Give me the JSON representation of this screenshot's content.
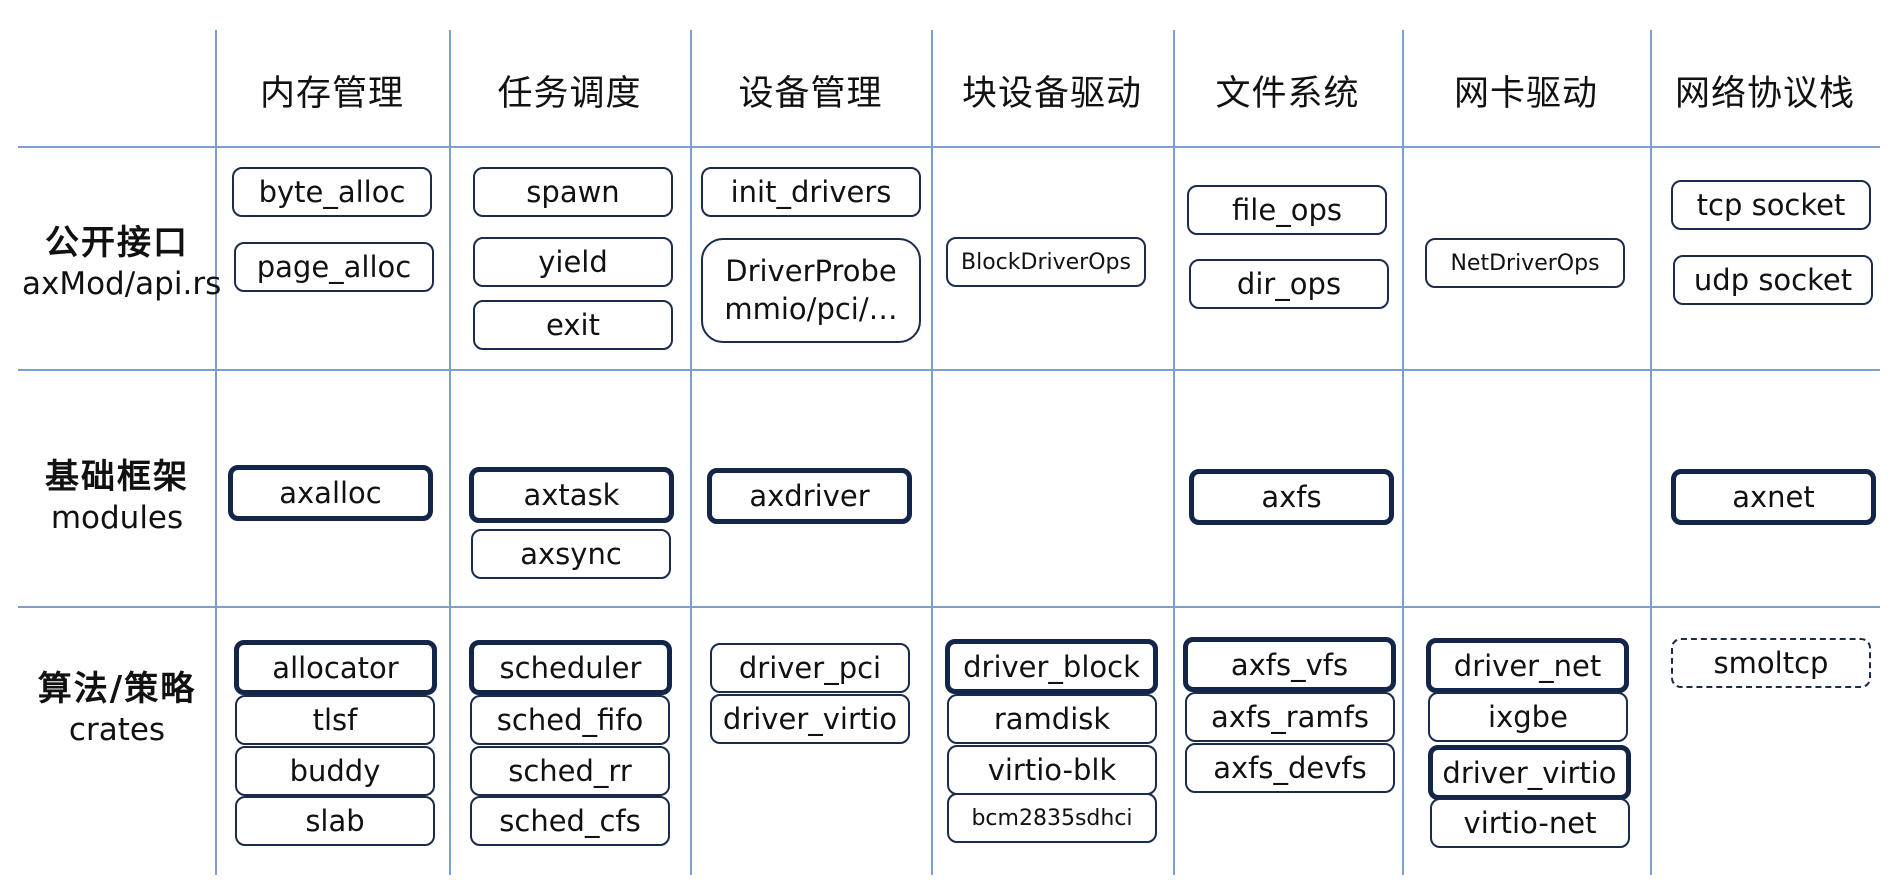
{
  "columns": [
    "内存管理",
    "任务调度",
    "设备管理",
    "块设备驱动",
    "文件系统",
    "网卡驱动",
    "网络协议栈"
  ],
  "rows": [
    {
      "zh": "公开接口",
      "en": "axMod/api.rs"
    },
    {
      "zh": "基础框架",
      "en": "modules"
    },
    {
      "zh": "算法/策略",
      "en": "crates"
    }
  ],
  "boxes": {
    "byte_alloc": "byte_alloc",
    "page_alloc": "page_alloc",
    "spawn": "spawn",
    "yield": "yield",
    "exit": "exit",
    "init_drivers": "init_drivers",
    "driverprobe_line1": "DriverProbe",
    "driverprobe_line2": "mmio/pci/…",
    "blockdriverops": "BlockDriverOps",
    "file_ops": "file_ops",
    "dir_ops": "dir_ops",
    "netdriverops": "NetDriverOps",
    "tcp_socket": "tcp socket",
    "udp_socket": "udp socket",
    "axalloc": "axalloc",
    "axtask": "axtask",
    "axsync": "axsync",
    "axdriver": "axdriver",
    "axfs": "axfs",
    "axnet": "axnet",
    "allocator": "allocator",
    "tlsf": "tlsf",
    "buddy": "buddy",
    "slab": "slab",
    "scheduler": "scheduler",
    "sched_fifo": "sched_fifo",
    "sched_rr": "sched_rr",
    "sched_cfs": "sched_cfs",
    "driver_pci": "driver_pci",
    "driver_virtio_dev": "driver_virtio",
    "driver_block": "driver_block",
    "ramdisk": "ramdisk",
    "virtio_blk": "virtio-blk",
    "bcm2835sdhci": "bcm2835sdhci",
    "axfs_vfs": "axfs_vfs",
    "axfs_ramfs": "axfs_ramfs",
    "axfs_devfs": "axfs_devfs",
    "driver_net": "driver_net",
    "ixgbe": "ixgbe",
    "driver_virtio_net": "driver_virtio",
    "virtio_net": "virtio-net",
    "smoltcp": "smoltcp"
  },
  "colors": {
    "grid_line": "#7b9fd3",
    "box_border": "#1b2b4b"
  }
}
